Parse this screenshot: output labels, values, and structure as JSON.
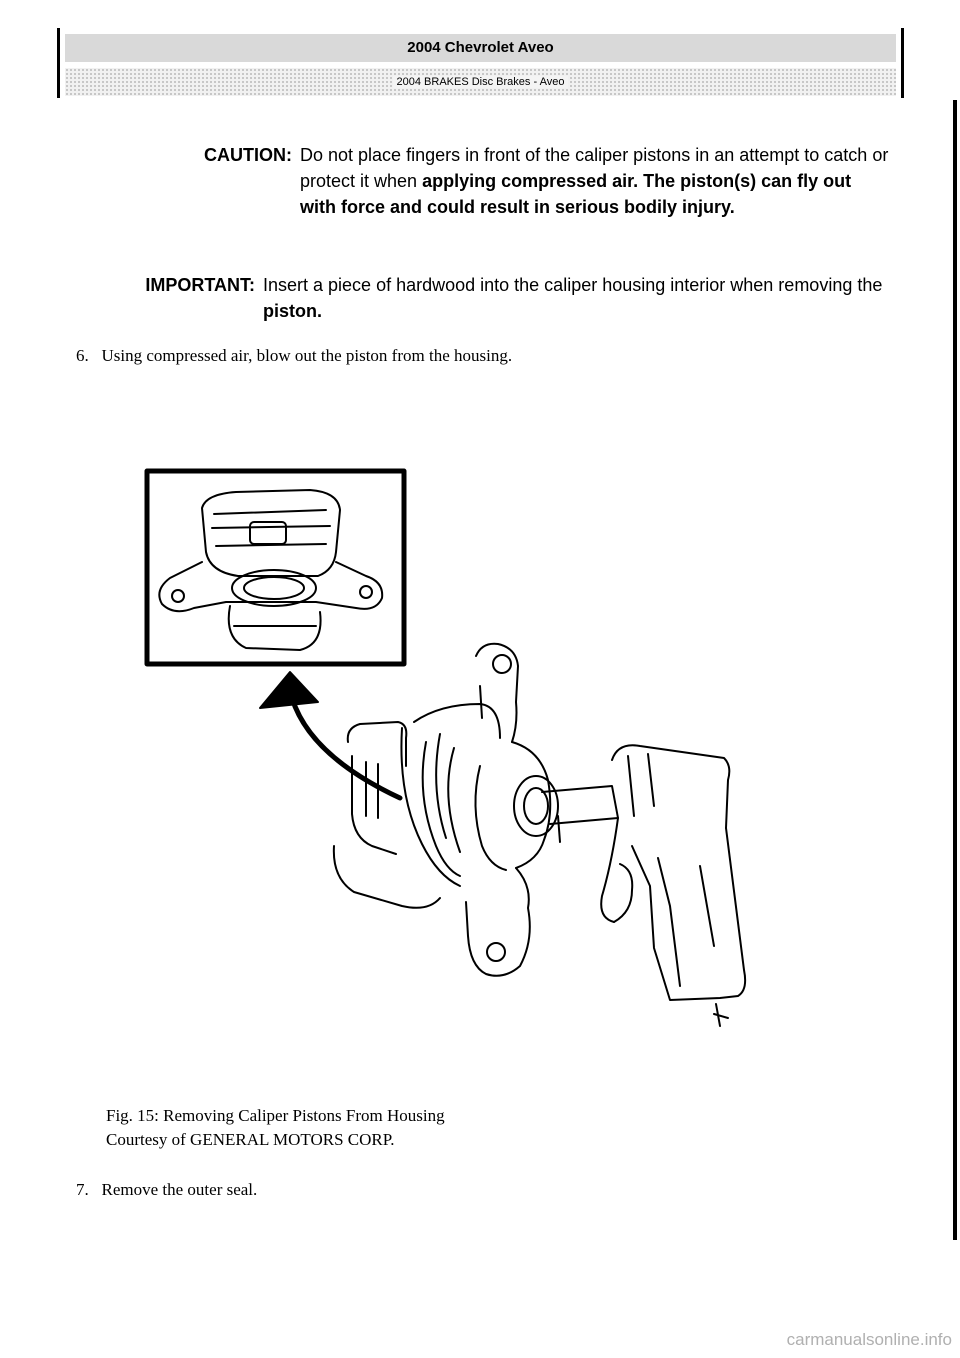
{
  "header": {
    "title": "2004 Chevrolet Aveo",
    "subtitle": "2004 BRAKES Disc Brakes - Aveo"
  },
  "caution": {
    "label": "CAUTION:",
    "text_lead": "Do not place fingers in front of the caliper pistons in an attempt to catch or protect it when",
    "text_bold": "applying compressed air. The piston(s) can fly out with force and could result in serious bodily injury."
  },
  "important": {
    "label": "IMPORTANT:",
    "text": "Insert a piece of hardwood into the caliper housing interior when removing the",
    "text_bold": "piston."
  },
  "steps": [
    {
      "number": "6.",
      "text": "Using compressed air, blow out the piston from the housing."
    },
    {
      "number": "7.",
      "text": "Remove the outer seal."
    }
  ],
  "figure": {
    "caption_line1": "Fig. 15: Removing Caliper Pistons From Housing",
    "caption_line2": "Courtesy of GENERAL MOTORS CORP."
  },
  "footer": {
    "watermark": "carmanualsonline.info"
  }
}
